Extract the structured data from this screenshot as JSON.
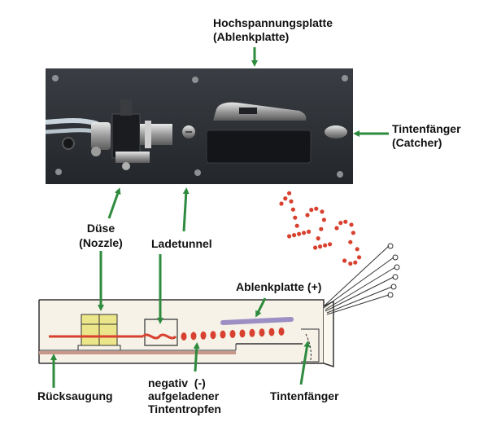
{
  "labels": {
    "hv_plate_line1": "Hochspannungsplatte",
    "hv_plate_line2": "(Ablenkplatte)",
    "catcher_line1": "Tintenfänger",
    "catcher_line2": "(Catcher)",
    "nozzle_line1": "Düse",
    "nozzle_line2": "(Nozzle)",
    "charge_tunnel": "Ladetunnel",
    "deflector_plus": "Ablenkplatte (+)",
    "suction": "Rücksaugung",
    "drops_line1": "negativ  (-)",
    "drops_line2": "aufgeladener",
    "drops_line3": "Tintentropfen",
    "catcher_bottom": "Tintenfänger"
  },
  "printed_characters": "123",
  "colors": {
    "arrow_green": "#2e8b3e",
    "ink_drop": "#d8412f",
    "deflector": "#9b8fc4",
    "photo_plate": "#2b2e33",
    "nozzle_block": "#ece68a",
    "paper": "#f6f2e8"
  }
}
